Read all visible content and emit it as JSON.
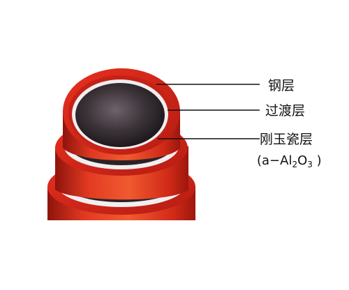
{
  "figure": {
    "labels": {
      "steel": "钢层",
      "transition": "过渡层",
      "corundum": "刚玉瓷层",
      "formula_prefix": "(a−Al",
      "formula_sub1": "2",
      "formula_mid": "O",
      "formula_sub2": "3",
      "formula_suffix": " )"
    },
    "colors": {
      "steel_red": "#d3281c",
      "steel_dark": "#a3150e",
      "ceramic_white": "#f2eef0",
      "core_dark": "#241e23",
      "leader_line": "#111111"
    }
  }
}
